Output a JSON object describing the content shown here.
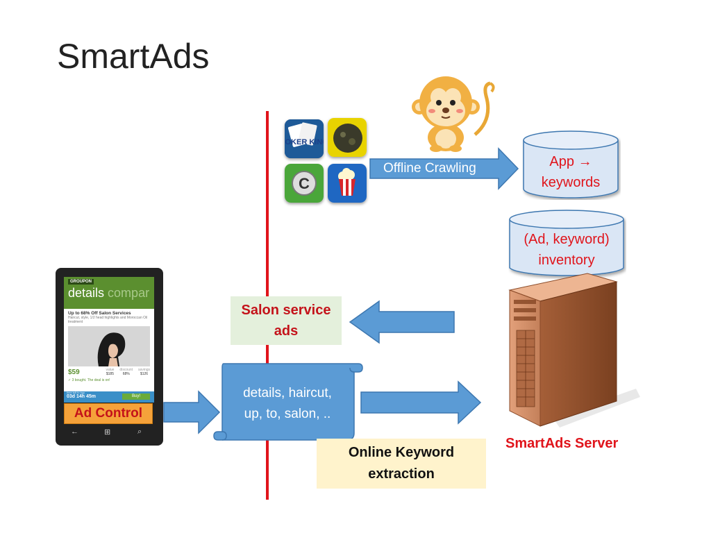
{
  "title": "SmartAds",
  "apps": [
    "poker-king-app",
    "planet-app",
    "c-app",
    "popcorn-app"
  ],
  "poker_text": "POKER KING",
  "offline_arrow": {
    "label": "Offline Crawling"
  },
  "db_app_keywords": {
    "line1": "App →",
    "line2": "keywords"
  },
  "db_inventory": {
    "line1": "(Ad, keyword)",
    "line2": "inventory"
  },
  "salon_box": {
    "line1": "Salon service",
    "line2": "ads"
  },
  "keywords_scroll": {
    "line1": "details, haircut,",
    "line2": "up, to, salon, .."
  },
  "online_box": {
    "line1": "Online Keyword",
    "line2": "extraction"
  },
  "server_label": "SmartAds Server",
  "ad_control": "Ad Control",
  "phone": {
    "brand": "GROUPON",
    "header_word1": "details",
    "header_word2": "compar",
    "headline": "Up to 68% Off Salon Services",
    "subline": "Haircut, style, 1/2 head highlights and Moroccan Oil treatment",
    "price": "$59",
    "value_label": "value",
    "value": "$185",
    "discount_label": "discount",
    "discount": "68%",
    "savings_label": "savings",
    "savings": "$126",
    "bought": "3 bought. The deal is on!",
    "time_left_label": "time left to buy",
    "timer": "03d 14h 45m",
    "buy": "Buy!",
    "nav_back": "←",
    "nav_home": "⊞",
    "nav_search": "⌕"
  },
  "colors": {
    "accent_red": "#e0141b",
    "arrow_blue": "#5b9bd5",
    "cylinder_fill": "#dae6f5"
  }
}
